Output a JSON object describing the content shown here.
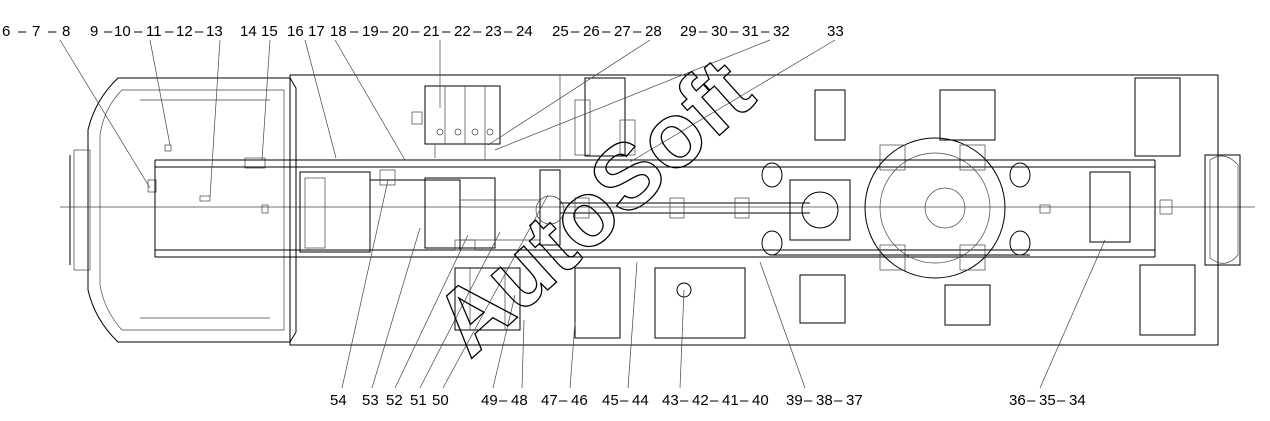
{
  "top_labels": [
    "6",
    "7",
    "8",
    "9",
    "10",
    "11",
    "12",
    "13",
    "14",
    "15",
    "16",
    "17",
    "18",
    "19",
    "20",
    "21",
    "22",
    "23",
    "24",
    "25",
    "26",
    "27",
    "28",
    "29",
    "30",
    "31",
    "32",
    "33"
  ],
  "bottom_labels": [
    "54",
    "53",
    "52",
    "51",
    "50",
    "49",
    "48",
    "47",
    "46",
    "45",
    "44",
    "43",
    "42",
    "41",
    "40",
    "39",
    "38",
    "37",
    "36",
    "35",
    "34"
  ],
  "watermark": "AutoSoft"
}
